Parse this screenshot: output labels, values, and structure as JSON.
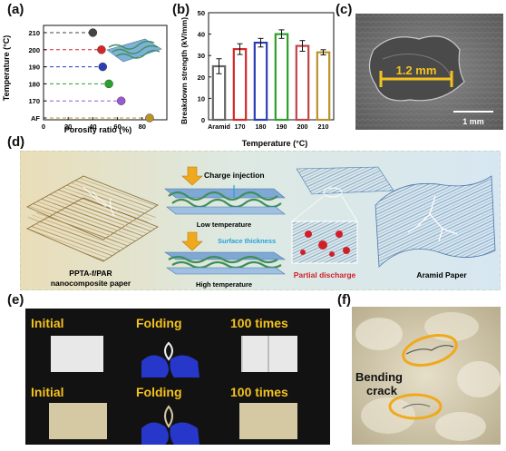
{
  "panels": {
    "a": "(a)",
    "b": "(b)",
    "c": "(c)",
    "d": "(d)",
    "e": "(e)",
    "f": "(f)"
  },
  "chart_data": [
    {
      "type": "scatter",
      "panel": "a",
      "xlabel": "Porosity ratio (%)",
      "ylabel": "Temperature (°C)",
      "xlim": [
        0,
        100
      ],
      "xticks": [
        "0",
        "20",
        "40",
        "60",
        "80"
      ],
      "categories": [
        "210",
        "200",
        "190",
        "180",
        "170",
        "AF"
      ],
      "points": [
        {
          "category": "210",
          "x": 40,
          "color": "#444444"
        },
        {
          "category": "200",
          "x": 47,
          "color": "#d62728"
        },
        {
          "category": "190",
          "x": 48,
          "color": "#2b3fb5"
        },
        {
          "category": "180",
          "x": 53,
          "color": "#2ca02c"
        },
        {
          "category": "170",
          "x": 63,
          "color": "#9b59d0"
        },
        {
          "category": "AF",
          "x": 86,
          "color": "#b8932a"
        }
      ]
    },
    {
      "type": "bar",
      "panel": "b",
      "xlabel": "Temperature (°C)",
      "ylabel": "Breakdown strength (kV/mm)",
      "ylim": [
        0,
        50
      ],
      "yticks": [
        "0",
        "10",
        "20",
        "30",
        "40",
        "50"
      ],
      "categories": [
        "Aramid",
        "170",
        "180",
        "190",
        "200",
        "210"
      ],
      "values": [
        25,
        33,
        36,
        40,
        34.5,
        31.5
      ],
      "errors": [
        3.5,
        2.5,
        2,
        2,
        2.5,
        1.2
      ],
      "colors": [
        "#666666",
        "#d62728",
        "#2b3fb5",
        "#2ca02c",
        "#c04545",
        "#b8932a"
      ]
    }
  ],
  "panel_c": {
    "measure": "1.2 mm",
    "scalebar": "1 mm"
  },
  "panel_d": {
    "charge_injection": "Charge injection",
    "low_temperature": "Low temperature",
    "surface_thickness": "Surface thickness",
    "high_temperature": "High temperature",
    "left_label_1": "PPTA-f/PAR",
    "left_label_2": "nanocomposite paper",
    "partial_discharge": "Partial discharge",
    "aramid_paper": "Aramid Paper"
  },
  "panel_e": {
    "row1": [
      "Initial",
      "Folding",
      "100 times"
    ],
    "row2": [
      "Initial",
      "Folding",
      "100 times"
    ]
  },
  "panel_f": {
    "line1": "Bending",
    "line2": "crack"
  }
}
